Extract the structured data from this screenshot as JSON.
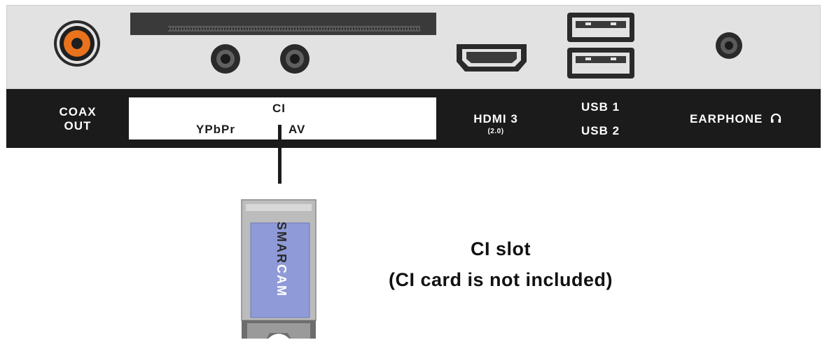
{
  "ports": {
    "coax": "COAX\nOUT",
    "coax_line1": "COAX",
    "coax_line2": "OUT",
    "ci": "CI",
    "ypbpr": "YPbPr",
    "av": "AV",
    "hdmi": "HDMI 3",
    "hdmi_version": "(2.0)",
    "usb1": "USB 1",
    "usb2": "USB 2",
    "earphone": "EARPHONE"
  },
  "card": {
    "label_dark": "SMAR",
    "label_light": "CAM"
  },
  "caption": {
    "line1": "CI slot",
    "line2": "(CI card is not included)"
  },
  "colors": {
    "panel": "#e2e2e2",
    "label_bar": "#1b1b1b",
    "coax_orange": "#e8731c",
    "card_blue": "#8f9ad8"
  }
}
